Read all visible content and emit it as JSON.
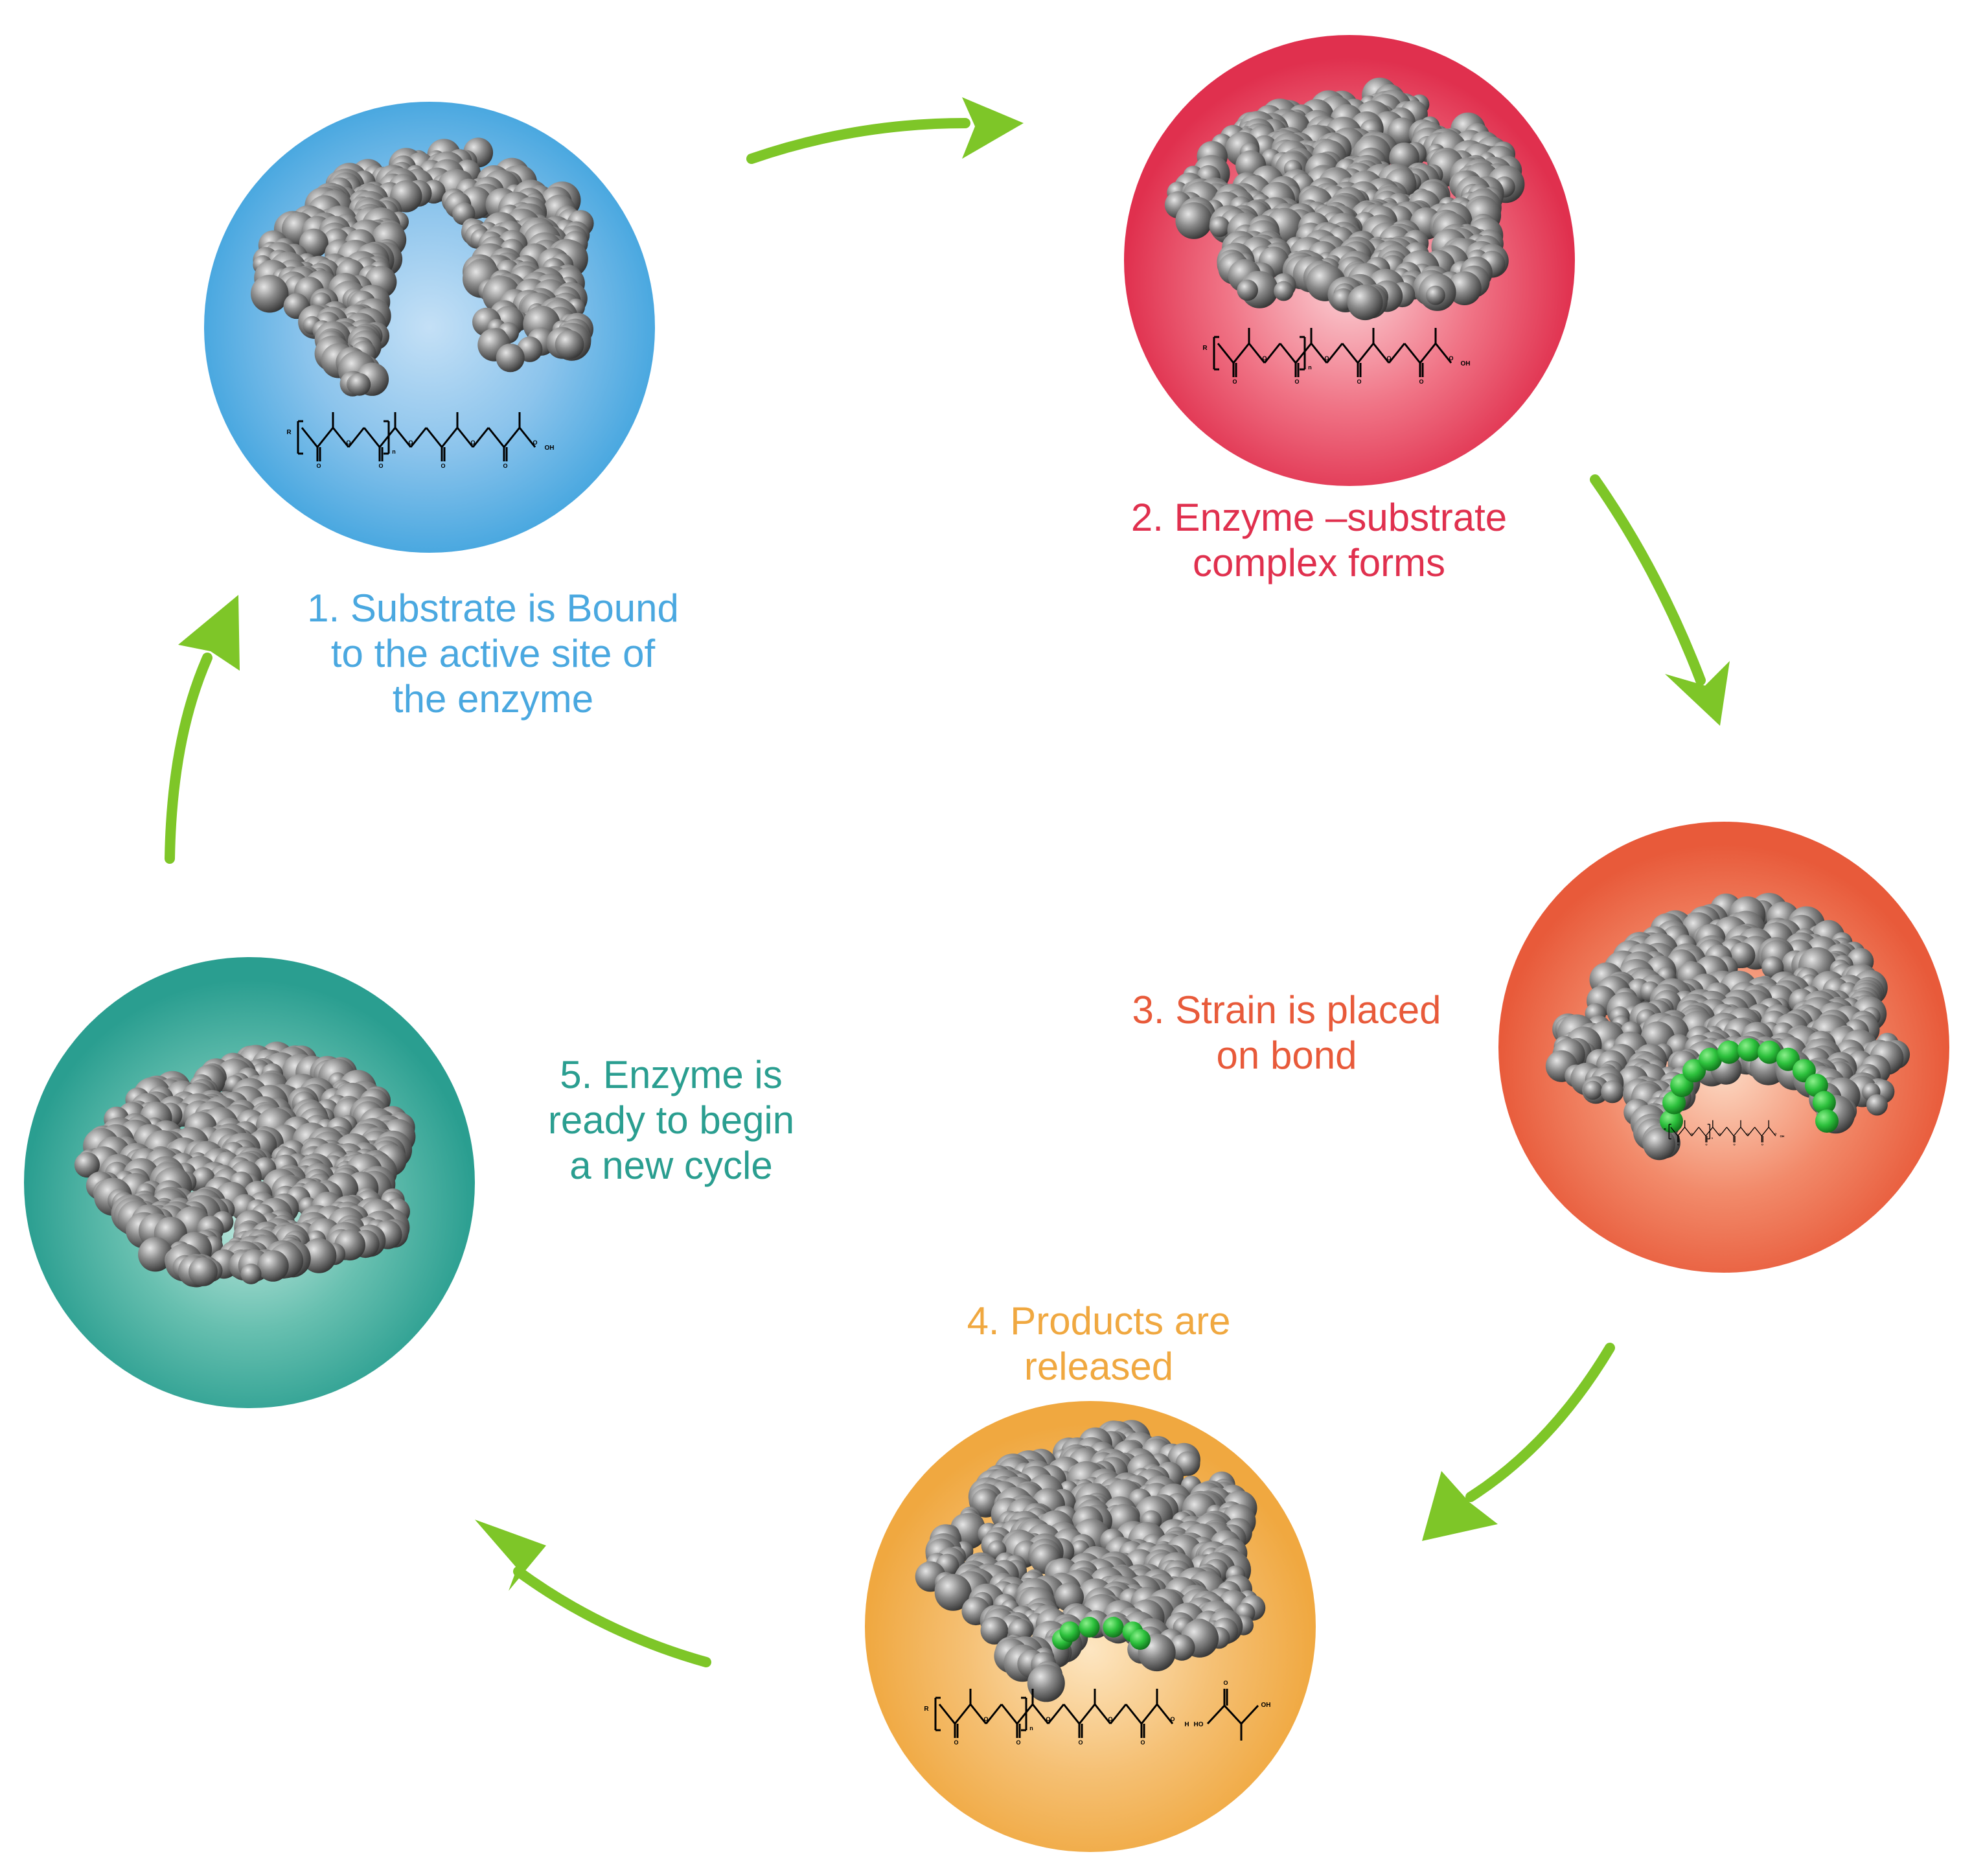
{
  "steps": [
    {
      "label": "1. Substrate is Bound\nto the active site of\nthe enzyme",
      "color": "#4aa8e0",
      "light": "#c4e0f6"
    },
    {
      "label": "2. Enzyme –substrate\ncomplex forms",
      "color": "#e0304e",
      "light": "#fbd2d6"
    },
    {
      "label": "3. Strain is placed\non bond",
      "color": "#e85a3a",
      "light": "#fcd9c3"
    },
    {
      "label": "4. Products are\nreleased",
      "color": "#f0a840",
      "light": "#fde6c2"
    },
    {
      "label": "5. Enzyme is\nready to begin\na new cycle",
      "color": "#2a9e90",
      "light": "#c8ece3"
    }
  ],
  "colors": {
    "arrow": "#7ec628",
    "highlight": "#2cc03c",
    "atom": "#6a6a6a",
    "molecule": "#000000"
  },
  "molecule_text": {
    "r": "R",
    "o": "O",
    "n": "n",
    "oh": "OH",
    "ho": "HO",
    "h": "H"
  }
}
